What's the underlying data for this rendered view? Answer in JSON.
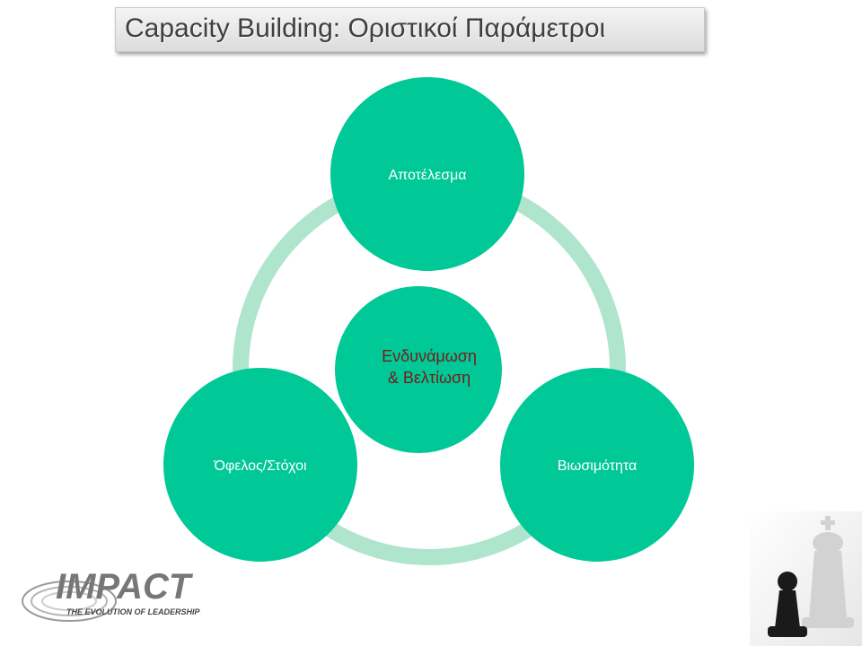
{
  "title": "Capacity Building: Οριστικοί Παράμετροι",
  "diagram": {
    "center": {
      "line1": "Ενδυνάμωση",
      "line2": "& Βελτίωση"
    },
    "nodes": {
      "top": "Αποτέλεσμα",
      "left": "Όφελος/Στόχοι",
      "right": "Βιωσιμότητα"
    }
  },
  "logo": {
    "name": "IMPACT",
    "tagline": "THE EVOLUTION OF LEADERSHIP"
  },
  "colors": {
    "node_fill": "#00c896",
    "ring": "#aee5cc",
    "center_text": "#7a1a1a",
    "title_text": "#3f3f3f"
  }
}
